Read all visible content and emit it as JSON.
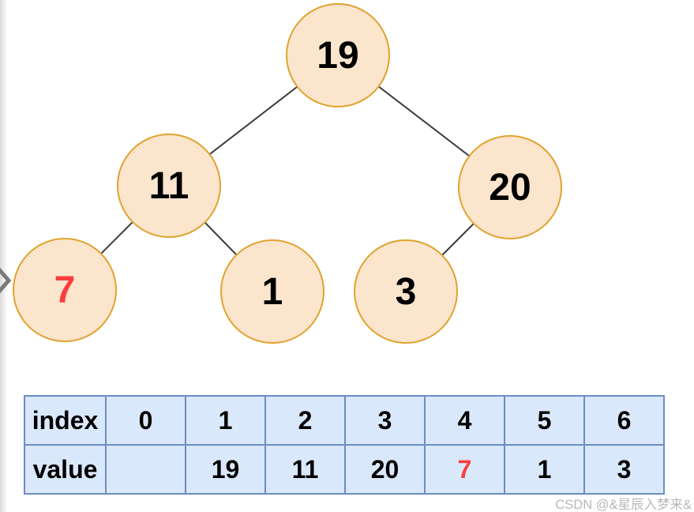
{
  "nav": {
    "chevron_icon": "chevron-right"
  },
  "tree": {
    "description": "binary tree diagram",
    "nodes": [
      {
        "position": "root",
        "value": "19",
        "highlighted": false
      },
      {
        "position": "left",
        "value": "11",
        "highlighted": false
      },
      {
        "position": "right",
        "value": "20",
        "highlighted": false
      },
      {
        "position": "left-left",
        "value": "7",
        "highlighted": true
      },
      {
        "position": "left-right",
        "value": "1",
        "highlighted": false
      },
      {
        "position": "right-left",
        "value": "3",
        "highlighted": false
      }
    ],
    "edges": [
      {
        "from": "19",
        "to": "11"
      },
      {
        "from": "19",
        "to": "20"
      },
      {
        "from": "11",
        "to": "7"
      },
      {
        "from": "11",
        "to": "1"
      },
      {
        "from": "20",
        "to": "3"
      }
    ]
  },
  "table": {
    "row_headers": [
      "index",
      "value"
    ],
    "index_row": [
      "0",
      "1",
      "2",
      "3",
      "4",
      "5",
      "6"
    ],
    "value_row": [
      "",
      "19",
      "11",
      "20",
      "7",
      "1",
      "3"
    ],
    "highlighted_value_column": 4
  },
  "watermark": {
    "text": "CSDN @&星辰入梦来&"
  },
  "colors": {
    "node_fill": "#FCE5CD",
    "node_stroke": "#DFA32F",
    "node_text": "#000000",
    "highlight_red": "#FA3E3E",
    "table_fill": "#DAE8FC",
    "table_stroke": "#6C8EBF",
    "edge_line": "#3a3a3a",
    "watermark_gray": "#aaabb0"
  }
}
